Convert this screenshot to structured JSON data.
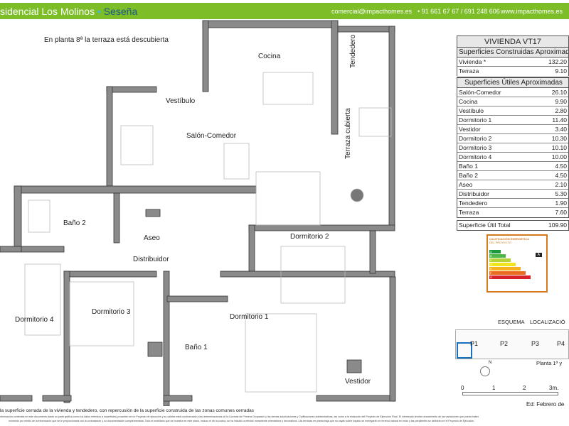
{
  "header": {
    "title_prefix": "sidencial Los Molinos",
    "bullet": "•",
    "city": "Seseña",
    "email": "comercial@impacthomes.es",
    "phone": "•  91 661 67 67 / 691 248 606",
    "web": "www.impacthomes.es"
  },
  "plan": {
    "note": "En planta 8ª la terraza está descubierta",
    "rooms": {
      "cocina": "Cocina",
      "vestibulo": "Vestíbulo",
      "salon": "Salón-Comedor",
      "tendedero": "Tendedero",
      "terraza": "Terraza cubierta",
      "bano2": "Baño 2",
      "aseo": "Aseo",
      "dorm2": "Dormitorio 2",
      "distribuidor": "Distribuidor",
      "dorm3": "Dormitorio 3",
      "dorm4": "Dormitorio 4",
      "dorm1": "Dormitorio 1",
      "bano1": "Baño 1",
      "vestidor": "Vestidor"
    }
  },
  "table": {
    "title": "VIVIENDA VT17",
    "constructed_heading": "Superficies Construidas Aproximadas",
    "constructed": [
      {
        "name": "Vivienda *",
        "value": "132.20"
      },
      {
        "name": "Terraza",
        "value": "9.10"
      }
    ],
    "useful_heading": "Superficies Útiles Aproximadas",
    "useful": [
      {
        "name": "Salón-Comedor",
        "value": "26.10"
      },
      {
        "name": "Cocina",
        "value": "9.90"
      },
      {
        "name": "Vestíbulo",
        "value": "2.80"
      },
      {
        "name": "Dormitorio 1",
        "value": "11.40"
      },
      {
        "name": "Vestidor",
        "value": "3.40"
      },
      {
        "name": "Dormitorio 2",
        "value": "10.30"
      },
      {
        "name": "Dormitorio 3",
        "value": "10.10"
      },
      {
        "name": "Dormitorio 4",
        "value": "10.00"
      },
      {
        "name": "Baño 1",
        "value": "4.50"
      },
      {
        "name": "Baño 2",
        "value": "4.50"
      },
      {
        "name": "Aseo",
        "value": "2.10"
      },
      {
        "name": "Distribuidor",
        "value": "5.30"
      },
      {
        "name": "Tendedero",
        "value": "1.90"
      },
      {
        "name": "Terraza",
        "value": "7.60"
      }
    ],
    "total": {
      "name": "Superficie Útil Total",
      "value": "109.90"
    }
  },
  "energy": {
    "title": "CALIFICACIÓN ENERGÉTICA",
    "subtitle": "DEL PROYECTO",
    "rating": "A",
    "classes": [
      "A",
      "B",
      "C",
      "D",
      "E",
      "F",
      "G"
    ]
  },
  "schema": {
    "esquema": "ESQUEMA",
    "localizacion": "LOCALIZACIÓ",
    "portals": [
      "P1",
      "P2",
      "P3",
      "P4"
    ],
    "plant": "Planta 1ª y",
    "north": "N"
  },
  "scale": {
    "ticks": [
      "0",
      "1",
      "2",
      "3m."
    ]
  },
  "edition": "Ed: Febrero de",
  "footer": {
    "line1": "la superficie cerrada de la vivienda y tendedero, con repercusión de la superficie construida de las zonas comunes cerradas",
    "line2": "nformación contenida en este documento (tanto su parte gráfica como los datos referidos a superficies) proceden de un Proyecto de ejecución y su validez está condicionada a las determinaciones de la Licencia de Primera Ocupación y las demás autorizaciones y Calificaciones administrativas, así como a la redacción del Proyecto de Ejecución Final. El interesado tendrá conocimiento de las variaciones que pueda haber",
    "line3": "momento por medio de la información que se le proporcionará con la contratación y su documentación complementaria. Todo el mobiliario que se muestra en este plano, incluso el de la cocina, se ha incluido a efectos meramente orientativos y decorativos. Las terrazas en planta baja que no vayan sobre forjado se entregarán en terreno natural en bruto y las pendientes se definirán en el Proyecto de Ejecución."
  },
  "colors": {
    "brand_green": "#7cbd28",
    "accent_blue": "#3fb4e6",
    "wall": "#8a8a8a"
  }
}
